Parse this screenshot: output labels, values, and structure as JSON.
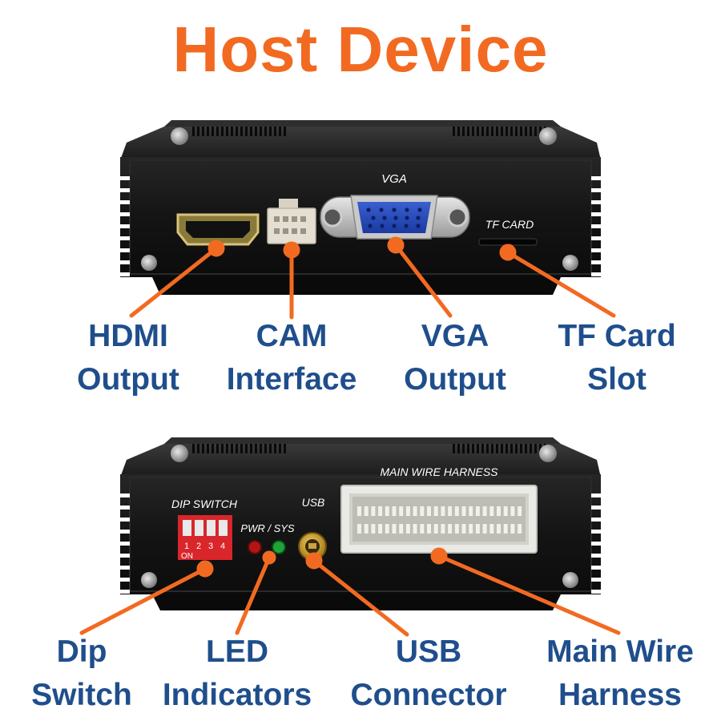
{
  "title": "Host Device",
  "colors": {
    "title": "#f26a21",
    "label": "#1f4e8c",
    "leader": "#f26a21",
    "device_body": "#141414",
    "device_shade": "#0a0a0a"
  },
  "top_panel": {
    "port_labels": {
      "vga": "VGA",
      "tf_card": "TF CARD"
    },
    "callouts": [
      {
        "id": "hdmi",
        "lines": [
          "HDMI",
          "Output"
        ]
      },
      {
        "id": "cam",
        "lines": [
          "CAM",
          "Interface"
        ]
      },
      {
        "id": "vga",
        "lines": [
          "VGA",
          "Output"
        ]
      },
      {
        "id": "tf",
        "lines": [
          "TF Card",
          "Slot"
        ]
      }
    ]
  },
  "bottom_panel": {
    "port_labels": {
      "dip_switch": "DIP SWITCH",
      "dip_numbers": [
        "1",
        "2",
        "3",
        "4"
      ],
      "dip_on": "ON",
      "led": "PWR / SYS",
      "usb": "USB",
      "harness": "MAIN WIRE HARNESS"
    },
    "callouts": [
      {
        "id": "dip",
        "lines": [
          "Dip",
          "Switch"
        ]
      },
      {
        "id": "led",
        "lines": [
          "LED",
          "Indicators"
        ]
      },
      {
        "id": "usb",
        "lines": [
          "USB",
          "Connector"
        ]
      },
      {
        "id": "harness",
        "lines": [
          "Main Wire",
          "Harness"
        ]
      }
    ]
  }
}
